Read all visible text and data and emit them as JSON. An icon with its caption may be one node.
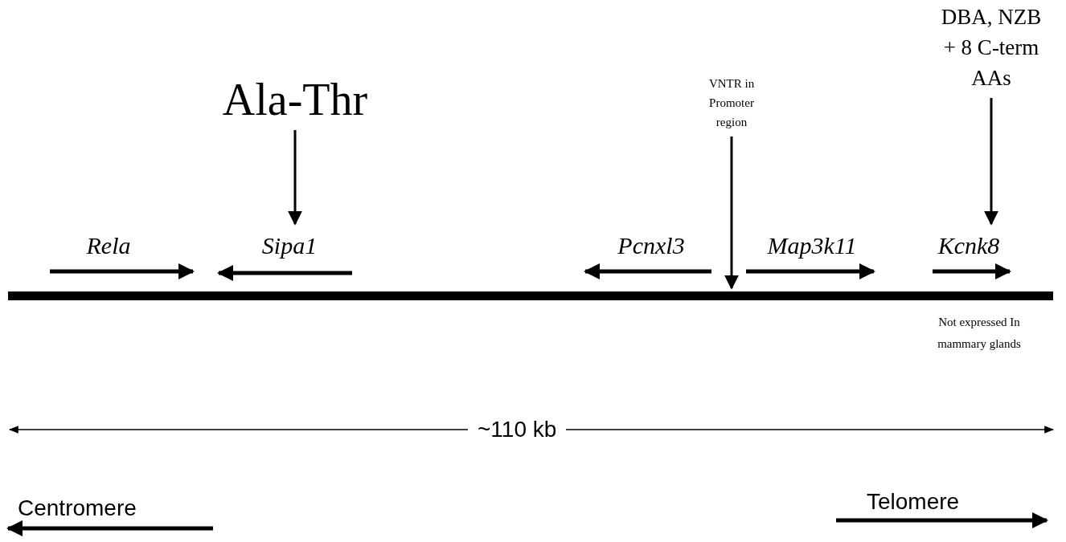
{
  "diagram": {
    "nodes": [
      {
        "text": [
          "Ala-Thr"
        ]
      },
      {
        "text": [
          "Sipa1"
        ]
      },
      {
        "text": [
          "VNTR in Promoter region"
        ]
      },
      {
        "text": [],
        "shape": "bar"
      },
      {
        "text": [
          "DBA, NZB + 8 C-term AAs"
        ]
      },
      {
        "text": [
          "Kcnk8"
        ]
      }
    ],
    "edges": [
      {
        "from": 0,
        "to": 1,
        "arrow": "to"
      },
      {
        "from": 2,
        "to": 3,
        "arrow": "to"
      },
      {
        "from": 4,
        "to": 5,
        "arrow": "to"
      }
    ],
    "labels": [
      "Rela",
      "Pcnxl3",
      "Map3k11",
      "Not expressed In mammary glands",
      "~110 kb",
      "Centromere",
      "Telomere"
    ]
  }
}
